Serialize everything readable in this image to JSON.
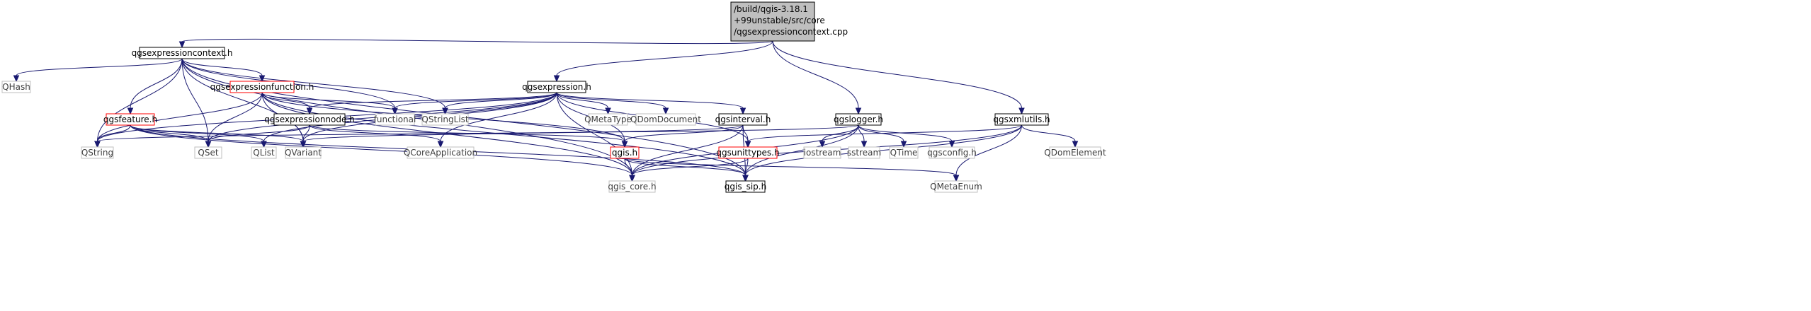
{
  "title": "",
  "colors": {
    "edge": "#191970",
    "root_fill": "#bfbfbf",
    "node_border": "#000000",
    "node_border_external": "#bfbfbf",
    "node_border_truncated": "#ff0000",
    "text_dark": "#000000",
    "text_external": "#404040"
  },
  "nodes": [
    {
      "id": "root",
      "label": "/build/qgis-3.18.1+99unstable/src/core/qgsexpressioncontext.cpp",
      "lines": [
        "/build/qgis-3.18.1",
        "+99unstable/src/core",
        "/qgsexpressioncontext.cpp"
      ],
      "style": "root"
    },
    {
      "id": "qgsexpressioncontext_h",
      "label": "qgsexpressioncontext.h",
      "style": "normal"
    },
    {
      "id": "qgsexpression_h",
      "label": "qgsexpression.h",
      "style": "normal"
    },
    {
      "id": "qgslogger_h",
      "label": "qgslogger.h",
      "style": "normal"
    },
    {
      "id": "qgsxmlutils_h",
      "label": "qgsxmlutils.h",
      "style": "normal"
    },
    {
      "id": "QHash",
      "label": "QHash",
      "style": "external"
    },
    {
      "id": "qgsexpressionfunction_h",
      "label": "qgsexpressionfunction.h",
      "style": "truncated"
    },
    {
      "id": "qgsfeature_h",
      "label": "qgsfeature.h",
      "style": "truncated"
    },
    {
      "id": "qgsexpressionnode_h",
      "label": "qgsexpressionnode.h",
      "style": "normal"
    },
    {
      "id": "functional",
      "label": "functional",
      "style": "external"
    },
    {
      "id": "QStringList",
      "label": "QStringList",
      "style": "external"
    },
    {
      "id": "QMetaType",
      "label": "QMetaType",
      "style": "external"
    },
    {
      "id": "QDomDocument",
      "label": "QDomDocument",
      "style": "external"
    },
    {
      "id": "qgsinterval_h",
      "label": "qgsinterval.h",
      "style": "normal"
    },
    {
      "id": "QString",
      "label": "QString",
      "style": "external"
    },
    {
      "id": "QSet",
      "label": "QSet",
      "style": "external"
    },
    {
      "id": "QList",
      "label": "QList",
      "style": "external"
    },
    {
      "id": "QVariant",
      "label": "QVariant",
      "style": "external"
    },
    {
      "id": "QCoreApplication",
      "label": "QCoreApplication",
      "style": "external"
    },
    {
      "id": "qgis_h",
      "label": "qgis.h",
      "style": "truncated"
    },
    {
      "id": "qgsunittypes_h",
      "label": "qgsunittypes.h",
      "style": "truncated"
    },
    {
      "id": "iostream",
      "label": "iostream",
      "style": "external"
    },
    {
      "id": "sstream",
      "label": "sstream",
      "style": "external"
    },
    {
      "id": "QTime",
      "label": "QTime",
      "style": "external"
    },
    {
      "id": "qgsconfig_h",
      "label": "qgsconfig.h",
      "style": "external"
    },
    {
      "id": "QDomElement",
      "label": "QDomElement",
      "style": "external"
    },
    {
      "id": "qgis_core_h",
      "label": "qgis_core.h",
      "style": "external"
    },
    {
      "id": "qgis_sip_h",
      "label": "qgis_sip.h",
      "style": "normal"
    },
    {
      "id": "QMetaEnum",
      "label": "QMetaEnum",
      "style": "external"
    }
  ],
  "edges": [
    [
      "root",
      "qgsexpressioncontext_h"
    ],
    [
      "root",
      "qgsexpression_h"
    ],
    [
      "root",
      "qgslogger_h"
    ],
    [
      "root",
      "qgsxmlutils_h"
    ],
    [
      "qgsexpressioncontext_h",
      "QHash"
    ],
    [
      "qgsexpressioncontext_h",
      "QString"
    ],
    [
      "qgsexpressioncontext_h",
      "qgsfeature_h"
    ],
    [
      "qgsexpressioncontext_h",
      "qgsexpressionfunction_h"
    ],
    [
      "qgsexpressioncontext_h",
      "QSet"
    ],
    [
      "qgsexpressioncontext_h",
      "QVariant"
    ],
    [
      "qgsexpressioncontext_h",
      "functional"
    ],
    [
      "qgsexpressioncontext_h",
      "QStringList"
    ],
    [
      "qgsexpressioncontext_h",
      "qgis_core_h"
    ],
    [
      "qgsexpressioncontext_h",
      "qgis_sip_h"
    ],
    [
      "qgsexpressionfunction_h",
      "QString"
    ],
    [
      "qgsexpressionfunction_h",
      "QSet"
    ],
    [
      "qgsexpressionfunction_h",
      "QVariant"
    ],
    [
      "qgsexpressionfunction_h",
      "qgsexpressionnode_h"
    ],
    [
      "qgsexpressionfunction_h",
      "functional"
    ],
    [
      "qgsexpressionfunction_h",
      "qgis_h"
    ],
    [
      "qgsexpressionfunction_h",
      "qgis_core_h"
    ],
    [
      "qgsexpressionfunction_h",
      "qgis_sip_h"
    ],
    [
      "qgsfeature_h",
      "QString"
    ],
    [
      "qgsfeature_h",
      "QSet"
    ],
    [
      "qgsfeature_h",
      "QList"
    ],
    [
      "qgsfeature_h",
      "QVariant"
    ],
    [
      "qgsfeature_h",
      "qgis_core_h"
    ],
    [
      "qgsfeature_h",
      "qgis_sip_h"
    ],
    [
      "qgsexpression_h",
      "qgsexpressionnode_h"
    ],
    [
      "qgsexpression_h",
      "functional"
    ],
    [
      "qgsexpression_h",
      "QStringList"
    ],
    [
      "qgsexpression_h",
      "QMetaType"
    ],
    [
      "qgsexpression_h",
      "QDomDocument"
    ],
    [
      "qgsexpression_h",
      "qgsinterval_h"
    ],
    [
      "qgsexpression_h",
      "QSet"
    ],
    [
      "qgsexpression_h",
      "QList"
    ],
    [
      "qgsexpression_h",
      "QVariant"
    ],
    [
      "qgsexpression_h",
      "QCoreApplication"
    ],
    [
      "qgsexpression_h",
      "qgis_h"
    ],
    [
      "qgsexpression_h",
      "qgsunittypes_h"
    ],
    [
      "qgsexpression_h",
      "qgis_core_h"
    ],
    [
      "qgsexpression_h",
      "QString"
    ],
    [
      "qgsexpressionnode_h",
      "QSet"
    ],
    [
      "qgsexpressionnode_h",
      "QVariant"
    ],
    [
      "qgsexpressionnode_h",
      "QCoreApplication"
    ],
    [
      "qgsexpressionnode_h",
      "qgis_h"
    ],
    [
      "qgsinterval_h",
      "QVariant"
    ],
    [
      "qgsinterval_h",
      "qgis_h"
    ],
    [
      "qgsinterval_h",
      "qgsunittypes_h"
    ],
    [
      "qgsinterval_h",
      "qgis_core_h"
    ],
    [
      "qgsinterval_h",
      "qgis_sip_h"
    ],
    [
      "qgis_h",
      "qgis_core_h"
    ],
    [
      "qgis_h",
      "qgis_sip_h"
    ],
    [
      "qgis_h",
      "QMetaEnum"
    ],
    [
      "qgsunittypes_h",
      "qgis_core_h"
    ],
    [
      "qgsunittypes_h",
      "qgis_sip_h"
    ],
    [
      "qgslogger_h",
      "iostream"
    ],
    [
      "qgslogger_h",
      "sstream"
    ],
    [
      "qgslogger_h",
      "QTime"
    ],
    [
      "qgslogger_h",
      "qgsconfig_h"
    ],
    [
      "qgslogger_h",
      "qgis_core_h"
    ],
    [
      "qgslogger_h",
      "qgis_sip_h"
    ],
    [
      "qgslogger_h",
      "QString"
    ],
    [
      "qgsxmlutils_h",
      "QDomElement"
    ],
    [
      "qgsxmlutils_h",
      "qgsunittypes_h"
    ],
    [
      "qgsxmlutils_h",
      "qgis_core_h"
    ],
    [
      "qgsxmlutils_h",
      "qgis_sip_h"
    ],
    [
      "qgsxmlutils_h",
      "QMetaEnum"
    ]
  ]
}
